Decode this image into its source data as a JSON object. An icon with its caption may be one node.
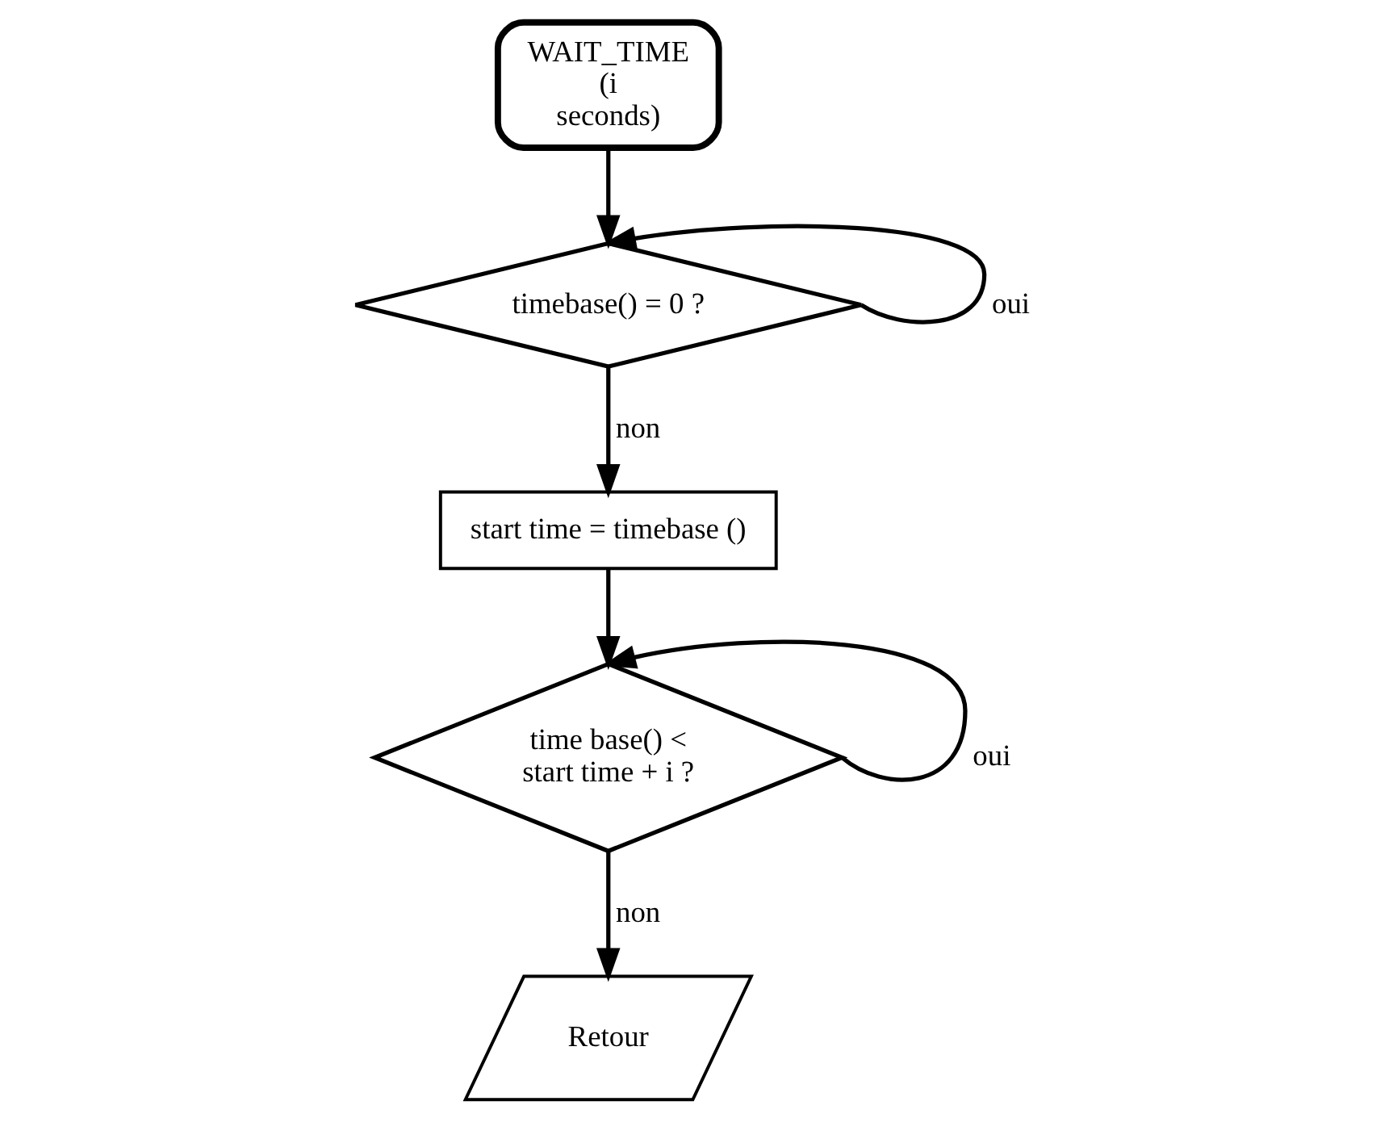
{
  "diagram": {
    "nodes": [
      {
        "text": [
          "WAIT_TIME (i seconds)"
        ]
      },
      {
        "text": [
          "timebase() = 0 ?"
        ]
      },
      {
        "text": [
          "start time = timebase ()"
        ]
      },
      {
        "text": [
          "time base() < start time + i ?"
        ]
      },
      {
        "text": [
          "Retour"
        ]
      }
    ],
    "edges": [
      {
        "from": 0,
        "to": 1,
        "arrow": "to"
      },
      {
        "from": 1,
        "to": 1,
        "arrow": "to",
        "label": "oui"
      },
      {
        "from": 1,
        "to": 2,
        "arrow": "to",
        "label": "non"
      },
      {
        "from": 2,
        "to": 3,
        "arrow": "to"
      },
      {
        "from": 3,
        "to": 3,
        "arrow": "to",
        "label": "oui"
      },
      {
        "from": 3,
        "to": 4,
        "arrow": "to",
        "label": "non"
      }
    ]
  }
}
